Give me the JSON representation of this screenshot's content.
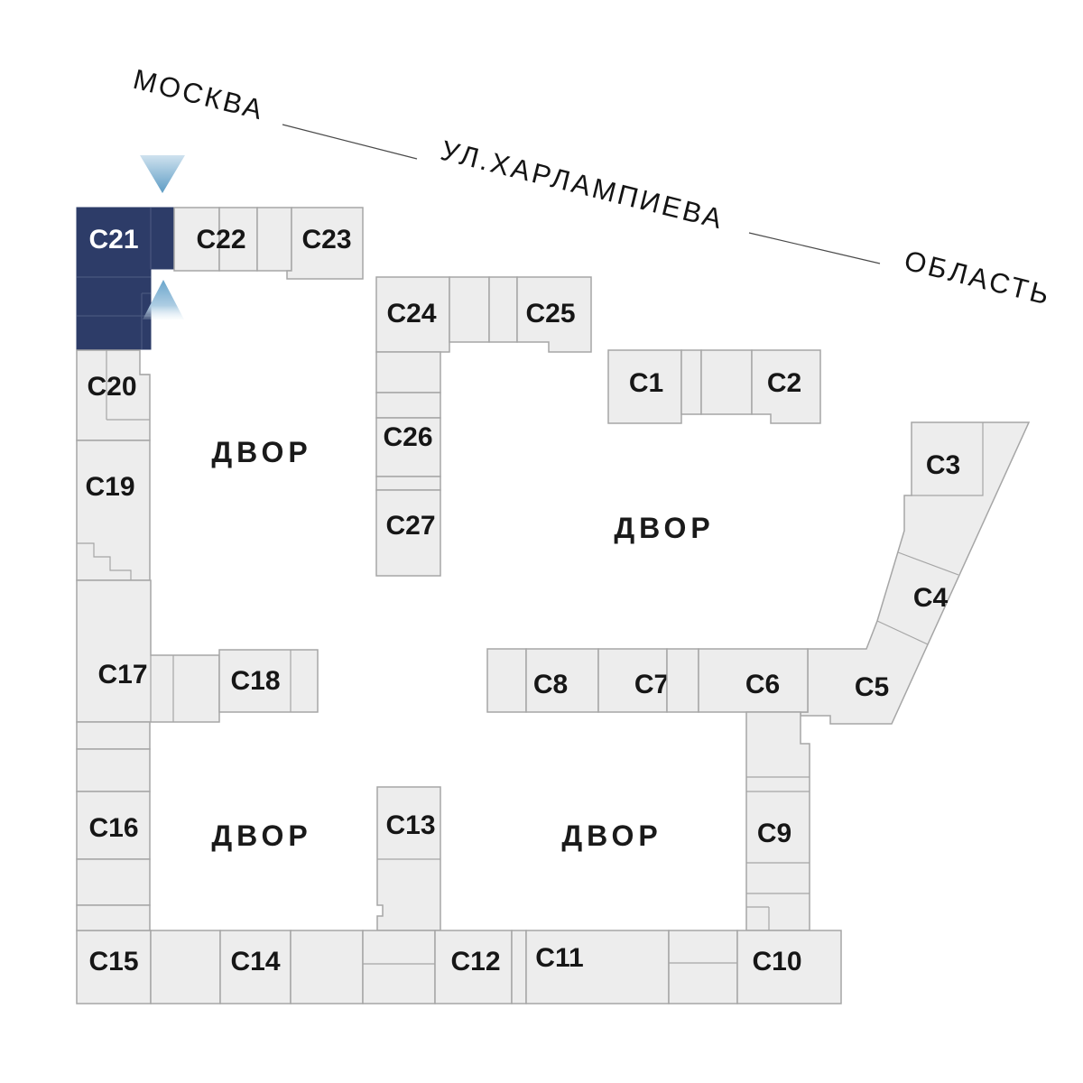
{
  "plan": {
    "street": {
      "moscow": "МОСКВА",
      "name": "УЛ.ХАРЛАМПИЕВА",
      "oblast": "ОБЛАСТЬ"
    },
    "courtyard": "ДВОР",
    "highlighted_building": "С21",
    "icons": {
      "down": "triangle-down-arrow",
      "up": "triangle-up-arrow"
    },
    "colors": {
      "highlight_navy": "#2d3c68",
      "building_fill": "#ededed",
      "building_stroke": "#a6a6a6",
      "arrow_blue": "#5d9cc4",
      "text": "#161616",
      "background": "#ffffff"
    },
    "buildings": {
      "c1": {
        "label": "С1"
      },
      "c2": {
        "label": "С2"
      },
      "c3": {
        "label": "С3"
      },
      "c4": {
        "label": "С4"
      },
      "c5": {
        "label": "С5"
      },
      "c6": {
        "label": "С6"
      },
      "c7": {
        "label": "С7"
      },
      "c8": {
        "label": "С8"
      },
      "c9": {
        "label": "С9"
      },
      "c10": {
        "label": "С10"
      },
      "c11": {
        "label": "С11"
      },
      "c12": {
        "label": "С12"
      },
      "c13": {
        "label": "С13"
      },
      "c14": {
        "label": "С14"
      },
      "c15": {
        "label": "С15"
      },
      "c16": {
        "label": "С16"
      },
      "c17": {
        "label": "С17"
      },
      "c18": {
        "label": "С18"
      },
      "c19": {
        "label": "С19"
      },
      "c20": {
        "label": "С20"
      },
      "c21": {
        "label": "С21"
      },
      "c22": {
        "label": "С22"
      },
      "c23": {
        "label": "С23"
      },
      "c24": {
        "label": "С24"
      },
      "c25": {
        "label": "С25"
      },
      "c26": {
        "label": "С26"
      },
      "c27": {
        "label": "С27"
      }
    }
  }
}
